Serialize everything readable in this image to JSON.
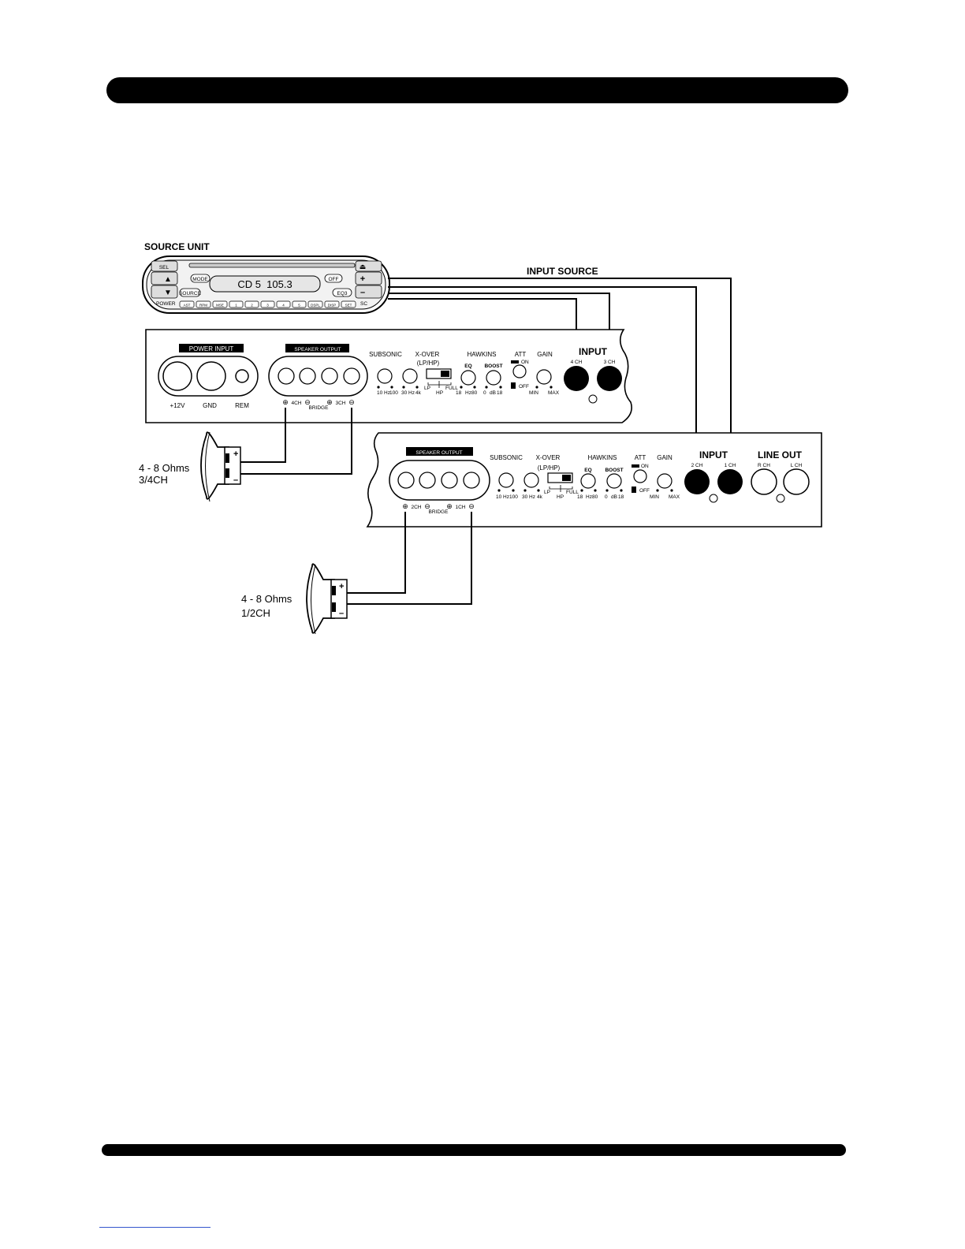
{
  "source_unit": {
    "title": "SOURCE UNIT",
    "display": "CD 5  105.3",
    "buttons": {
      "sel": "SEL",
      "mode": "MODE",
      "off": "OFF",
      "source": "SOURCE",
      "eq3": "EQ3",
      "power": "POWER",
      "sc": "SC",
      "preset": [
        "AST",
        "RPM",
        "MSE",
        "1",
        "2",
        "3",
        "4",
        "5",
        "DSPL",
        "DISP",
        "SET"
      ]
    }
  },
  "input_source_label": "INPUT SOURCE",
  "amp_34": {
    "power_input": "POWER INPUT",
    "speaker_output": "SPEAKER OUTPUT",
    "terminals": [
      "+12V",
      "GND",
      "REM"
    ],
    "bridge": {
      "ch_a": "4CH",
      "ch_b": "3CH",
      "label": "BRIDGE"
    },
    "subsonic": "SUBSONIC",
    "subsonic_low": "10",
    "subsonic_unit": "Hz",
    "subsonic_high": "100",
    "xover": "X-OVER",
    "xover_sub": "(LP/HP)",
    "xover_low": "30",
    "xover_unit": "Hz",
    "xover_high": "4k",
    "switch_lp": "LP",
    "switch_hp": "HP",
    "switch_full": "FULL",
    "hawkins": "HAWKINS",
    "eq": "EQ",
    "boost": "BOOST",
    "eq_low": "18",
    "eq_unit": "Hz",
    "eq_high": "80",
    "boost_low": "0",
    "boost_unit": "dB",
    "boost_high": "18",
    "att": "ATT",
    "att_on": "ON",
    "att_off": "OFF",
    "gain": "GAIN",
    "gain_min": "MIN",
    "gain_max": "MAX",
    "input": "INPUT",
    "input_a": "4 CH",
    "input_b": "3 CH"
  },
  "amp_12": {
    "speaker_output": "SPEAKER OUTPUT",
    "bridge": {
      "ch_a": "2CH",
      "ch_b": "1CH",
      "label": "BRIDGE"
    },
    "subsonic": "SUBSONIC",
    "subsonic_low": "10",
    "subsonic_unit": "Hz",
    "subsonic_high": "100",
    "xover": "X-OVER",
    "xover_sub": "(LP/HP)",
    "xover_low": "30",
    "xover_unit": "Hz",
    "xover_high": "4k",
    "switch_lp": "LP",
    "switch_hp": "HP",
    "switch_full": "FULL",
    "hawkins": "HAWKINS",
    "eq": "EQ",
    "boost": "BOOST",
    "eq_low": "18",
    "eq_unit": "Hz",
    "eq_high": "80",
    "boost_low": "0",
    "boost_unit": "dB",
    "boost_high": "18",
    "att": "ATT",
    "att_on": "ON",
    "att_off": "OFF",
    "gain": "GAIN",
    "gain_min": "MIN",
    "gain_max": "MAX",
    "input": "INPUT",
    "input_a": "2 CH",
    "input_b": "1 CH",
    "line_out": "LINE OUT",
    "line_r": "R CH",
    "line_l": "L CH"
  },
  "speaker_34": {
    "ohms": "4 - 8 Ohms",
    "channel": "3/4CH"
  },
  "speaker_12": {
    "ohms": "4 - 8 Ohms",
    "channel": "1/2CH"
  }
}
